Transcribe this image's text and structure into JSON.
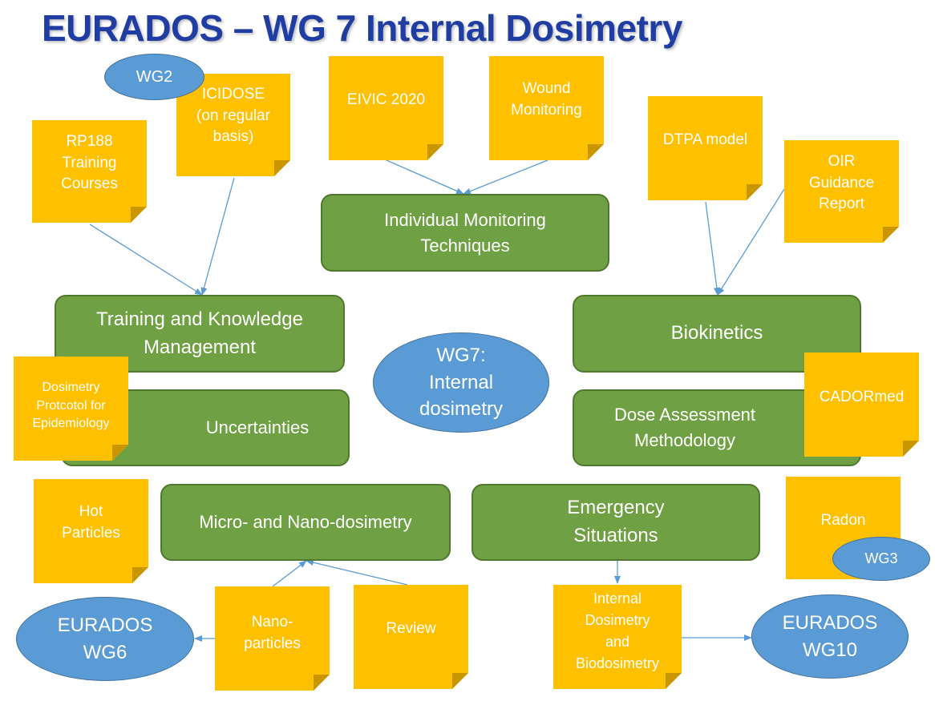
{
  "title": "EURADOS – WG 7 Internal Dosimetry",
  "center": "WG7:\nInternal\ndosimetry",
  "topics": {
    "imt": "Individual Monitoring\nTechniques",
    "training": "Training and Knowledge\nManagement",
    "biokinetics": "Biokinetics",
    "uncertainties": "Uncertainties",
    "dose_assessment": "Dose Assessment\nMethodology",
    "micro_nano": "Micro- and Nano-dosimetry",
    "emergency": "Emergency\nSituations"
  },
  "notes": {
    "eivic": "EIVIC 2020",
    "wound": "Wound\nMonitoring",
    "icidose": "ICIDOSE\n(on regular\nbasis)",
    "rp188": "RP188\nTraining\nCourses",
    "dtpa": "DTPA model",
    "oir": "OIR\nGuidance\nReport",
    "dosimetry_protocol": "Dosimetry\nProtcotol for\nEpidemiology",
    "cadormed": "CADORmed",
    "hot_particles": "Hot\nParticles",
    "radon": "Radon",
    "nanoparticles": "Nano-\nparticles",
    "review": "Review",
    "internal_biodosimetry": "Internal\nDosimetry\nand\nBiodosimetry"
  },
  "groups": {
    "wg2": "WG2",
    "wg3": "WG3",
    "wg6": "EURADOS\nWG6",
    "wg10": "EURADOS\nWG10"
  },
  "colors": {
    "title": "#1f3da3",
    "topic_box": "#6fa043",
    "note": "#ffc000",
    "oval": "#5b9bd5",
    "connector": "#5b9bd5"
  }
}
